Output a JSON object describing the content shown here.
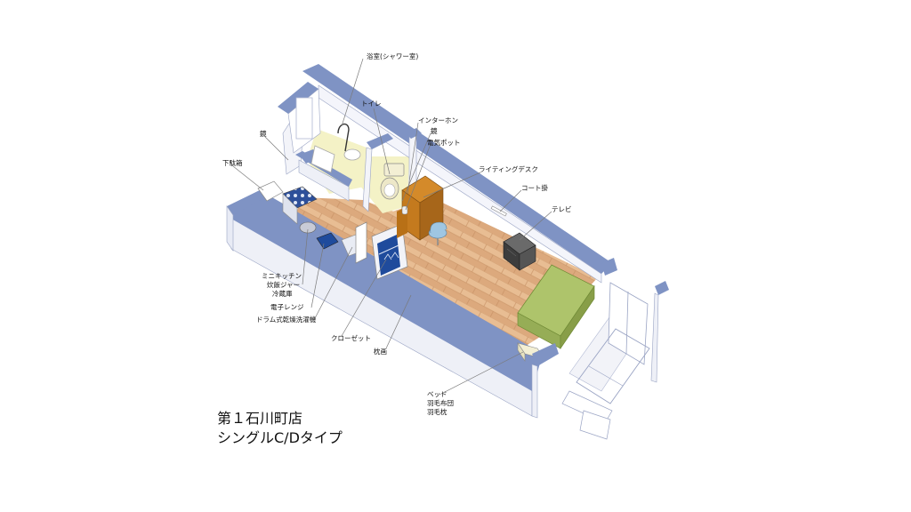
{
  "title": {
    "line1": "第１石川町店",
    "line2": "シングルC/Dタイプ"
  },
  "labels": {
    "bath": "浴室(シャワー室)",
    "toilet": "トイレ",
    "intercom": "インターホン",
    "mirror_wc": "鏡",
    "kettle": "電気ポット",
    "desk": "ライティングデスク",
    "coat_hook": "コート掛",
    "tv": "テレビ",
    "mirror_entry": "鏡",
    "shoe_box": "下駄箱",
    "kitchen1": "ミニキッチン",
    "kitchen2": "炊飯ジャー",
    "kitchen3": "冷蔵庫",
    "microwave": "電子レンジ",
    "washer": "ドラム式乾燥洗濯機",
    "closet": "クローゼット",
    "sofa": "枕画",
    "bed1": "ベッド",
    "bed2": "羽毛布団",
    "bed3": "羽毛枕"
  },
  "colors": {
    "wall_top": "#7f93c4",
    "wall_side": "#eef0f7",
    "floor": "#dba77c",
    "desk": "#c47a1e",
    "bed": "#aec46b",
    "bath_floor": "#f4f2c6"
  }
}
